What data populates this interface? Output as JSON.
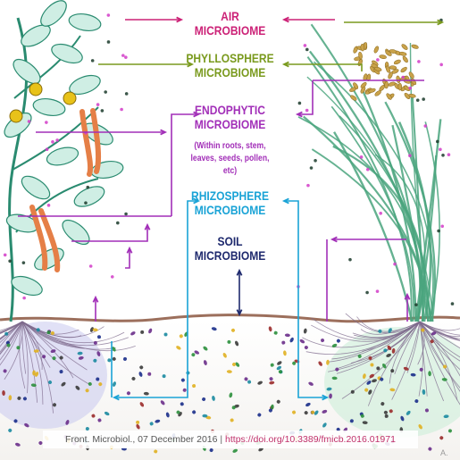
{
  "labels": {
    "air": {
      "line1": "AIR",
      "line2": "MICROBIOME"
    },
    "phyllosphere": {
      "line1": "PHYLLOSPHERE",
      "line2": "MICROBIOME"
    },
    "endophytic": {
      "line1": "ENDOPHYTIC",
      "line2": "MICROBIOME",
      "note": "(Within roots, stem, leaves, seeds, pollen, etc)"
    },
    "rhizosphere": {
      "line1": "RHIZOSPHERE",
      "line2": "MICROBIOME"
    },
    "soil": {
      "line1": "SOIL",
      "line2": "MICROBIOME"
    }
  },
  "citation": {
    "journal": "Front. Microbiol., 07 December 2016",
    "separator": "|",
    "doi": "https://doi.org/10.3389/fmicb.2016.01971"
  },
  "watermark": "A.",
  "colors": {
    "air": "#cc2277",
    "phyllosphere": "#7a9a1e",
    "endophytic": "#a22fb8",
    "rhizosphere": "#1aa3d6",
    "soil": "#1f2a6e",
    "soil_line": "#9c6f5c",
    "leaf_fill": "#cfeee4",
    "leaf_stroke": "#2a8b70",
    "grass": "#4aa57e",
    "grain": "#c9a24a",
    "pod": "#e57f47",
    "flower": "#e8c219",
    "root": "#7d6a8c"
  },
  "icons": {
    "arrow": "arrowhead-icon",
    "microbe": "microbe-dot-icon"
  }
}
